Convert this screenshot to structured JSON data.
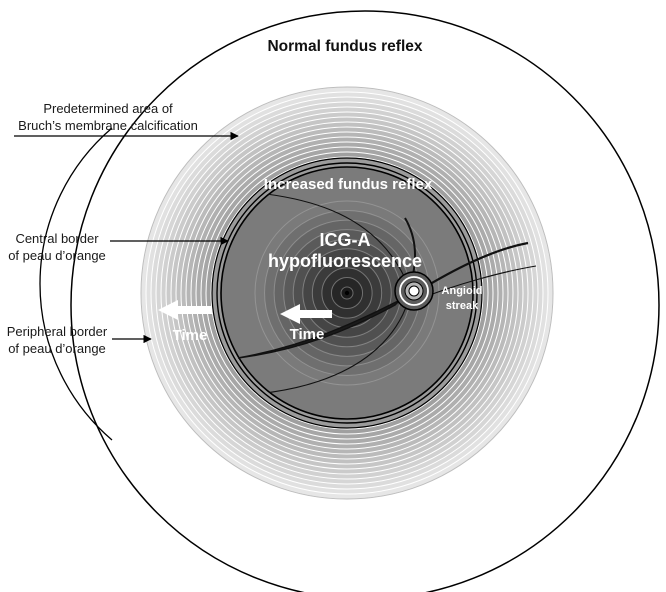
{
  "diagram": {
    "title": "Normal fundus reflex",
    "labels": {
      "bruch_line1": "Predetermined area of",
      "bruch_line2": "Bruch’s membrane calcification",
      "central_line1": "Central border",
      "central_line2": "of peau d’orange",
      "peripheral_line1": "Peripheral border",
      "peripheral_line2": "of peau d’orange",
      "increased_reflex": "Increased fundus reflex",
      "icg_line1": "ICG-A",
      "icg_line2": "hypofluorescence",
      "angioid_line1": "Angioid",
      "angioid_line2": "streak",
      "time_outer": "Time",
      "time_inner": "Time"
    },
    "colors": {
      "outer_ring_light": "#e6e6e6",
      "outer_ring_dark": "#9a9a9a",
      "inner_disc": "#7a7a7a",
      "center_dark": "#222222",
      "line": "#000000",
      "arrow_fill": "#ffffff"
    }
  }
}
